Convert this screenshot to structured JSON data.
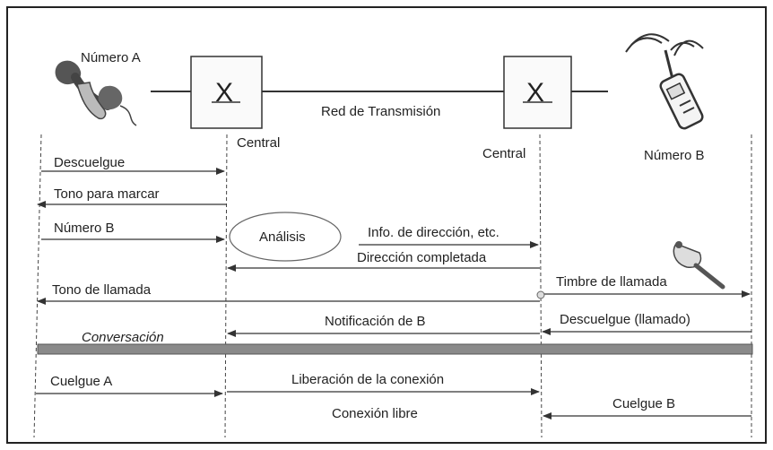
{
  "parties": {
    "a_label": "Número A",
    "b_label": "Número B",
    "central_left": "Central",
    "central_right": "Central",
    "switch_symbol": "X",
    "network_label": "Red de Transmisión"
  },
  "bubble": {
    "label": "Análisis"
  },
  "messages": {
    "descuelgue": "Descuelgue",
    "tono_marcar": "Tono para marcar",
    "numero_b": "Número B",
    "info_direccion": "Info. de dirección, etc.",
    "direccion_completada": "Dirección completada",
    "tono_llamada": "Tono de llamada",
    "timbre_llamada": "Timbre de llamada",
    "notificacion_b": "Notificación de B",
    "descuelgue_llamado": "Descuelgue (llamado)",
    "conversacion": "Conversación",
    "cuelgue_a": "Cuelgue A",
    "liberacion": "Liberación de la conexión",
    "conexion_libre": "Conexión libre",
    "cuelgue_b": "Cuelgue B"
  },
  "icons": [
    "telephone-handset-icon",
    "mobile-phone-icon",
    "ringing-bell-icon"
  ],
  "colors": {
    "line": "#333333",
    "frame": "#222222",
    "conversation_bar": "#8a8a8a"
  }
}
